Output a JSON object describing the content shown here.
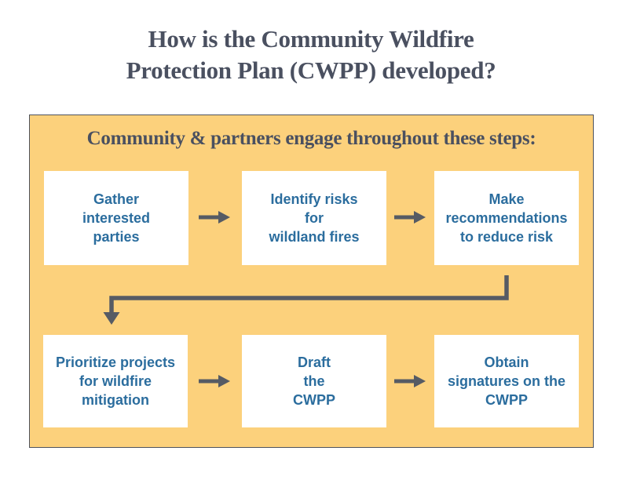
{
  "title": {
    "line1": "How is the Community Wildfire",
    "line2": "Protection Plan (CWPP) developed?"
  },
  "panel": {
    "header": "Community & partners engage throughout these steps:",
    "steps": [
      {
        "label": "Gather\ninterested\nparties"
      },
      {
        "label": "Identify risks\nfor\nwildland fires"
      },
      {
        "label": "Make\nrecommendations\nto reduce risk"
      },
      {
        "label": "Prioritize projects\nfor wildfire\nmitigation"
      },
      {
        "label": "Draft\nthe\nCWPP"
      },
      {
        "label": "Obtain\nsignatures on the\nCWPP"
      }
    ]
  },
  "icons": {
    "arrow_right": "→",
    "arrow_elbow_down": "↵"
  },
  "colors": {
    "panel-bg": "#FCD17C",
    "panel-border": "#4D525C",
    "title-text": "#4A5060",
    "step-text": "#2B6D9E",
    "arrow": "#565B64",
    "box-bg": "#FFFFFF"
  }
}
